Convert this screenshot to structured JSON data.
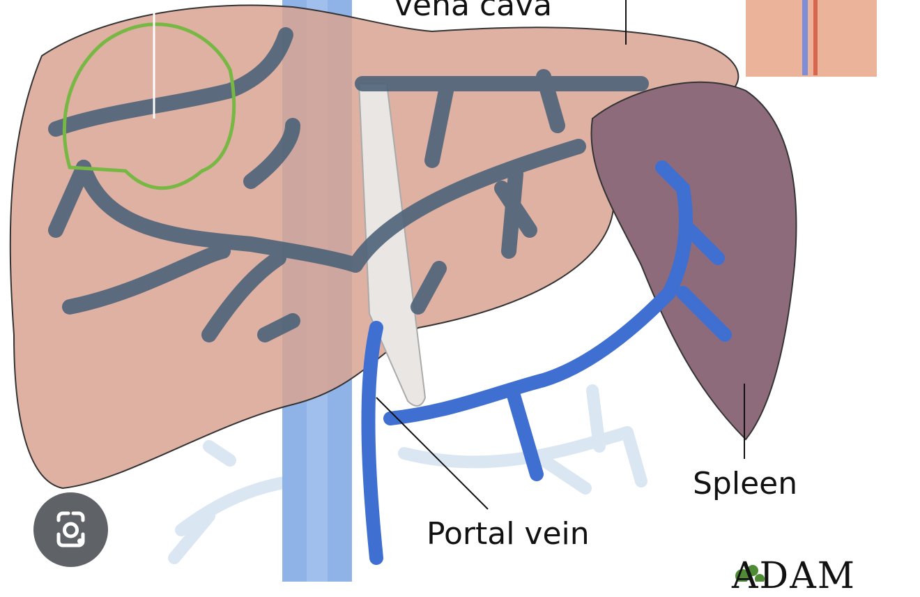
{
  "labels": {
    "vena_cava": "vena cava",
    "spleen": "Spleen",
    "portal_vein": "Portal vein"
  },
  "logo": {
    "text": "ADAM"
  },
  "lens_button": {
    "icon": "google-lens-camera-icon"
  },
  "colors": {
    "liver": "#d8a392",
    "spleen": "#8e6b7b",
    "hepatic_veins": "#4d6379",
    "portal_vein": "#3f6fd1",
    "vena_cava": "#8fb3e6",
    "annotation_circle": "#76b843",
    "lens_button": "#5f6368"
  }
}
